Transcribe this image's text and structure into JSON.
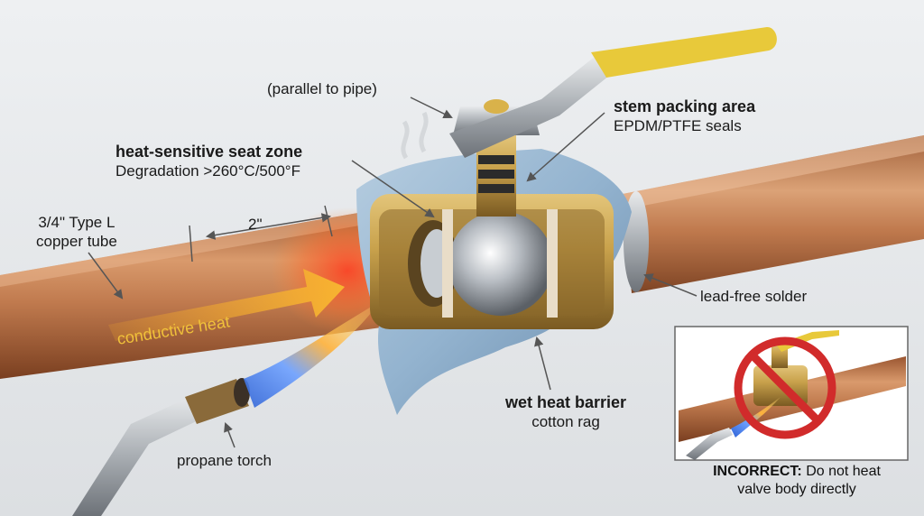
{
  "labels": {
    "handle_orientation": "(parallel to pipe)",
    "stem_packing_title": "stem packing area",
    "stem_packing_sub": "EPDM/PTFE seals",
    "seat_zone_title": "heat-sensitive seat zone",
    "seat_zone_sub": "Degradation >260°C/500°F",
    "tube_line1": "3/4\" Type L",
    "tube_line2": "copper tube",
    "distance": "2\"",
    "conductive_heat": "conductive heat",
    "solder": "lead-free solder",
    "barrier_title": "wet heat barrier",
    "barrier_sub": "cotton rag",
    "torch": "propane torch"
  },
  "inset": {
    "caption_bold": "INCORRECT:",
    "caption_rest_line1": " Do not heat",
    "caption_line2": "valve body directly"
  },
  "colors": {
    "background": "#e2e5e8",
    "copper": "#c07a4e",
    "brass": "#c9a24c",
    "handle_grip": "#e8c93a",
    "rag": "#93b3cf",
    "flame_blue": "#3f7be0",
    "prohibited_red": "#d12b2b",
    "heat_arrow": "#f2a52a"
  }
}
